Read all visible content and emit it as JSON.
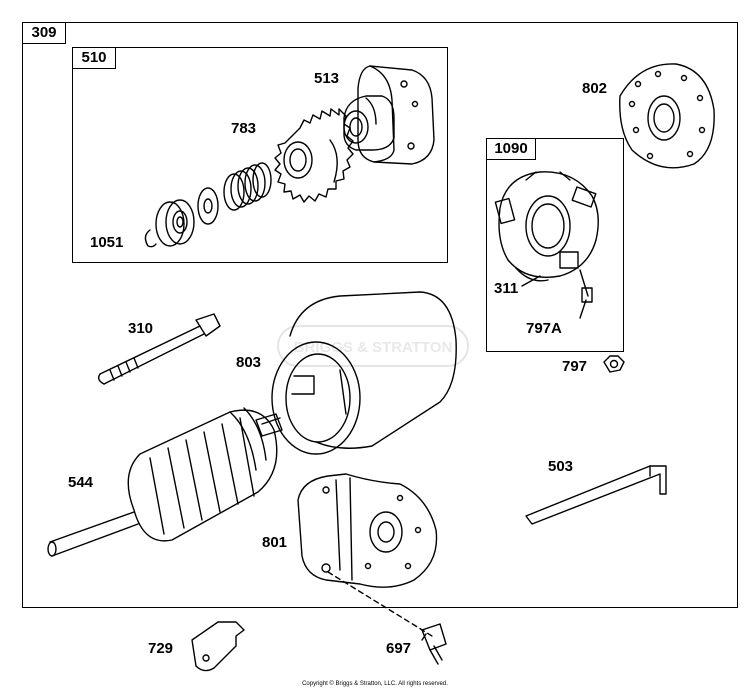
{
  "groups": {
    "main": "309",
    "gear_drive": "510",
    "brush_assembly": "1090"
  },
  "parts": {
    "p513": "513",
    "p783": "783",
    "p1051": "1051",
    "p802": "802",
    "p311": "311",
    "p797A": "797A",
    "p797": "797",
    "p310": "310",
    "p803": "803",
    "p544": "544",
    "p503": "503",
    "p801": "801",
    "p729": "729",
    "p697": "697"
  },
  "watermark": "BRIGGS & STRATTON",
  "copyright": "Copyright © Briggs & Stratton, LLC. All rights reserved."
}
